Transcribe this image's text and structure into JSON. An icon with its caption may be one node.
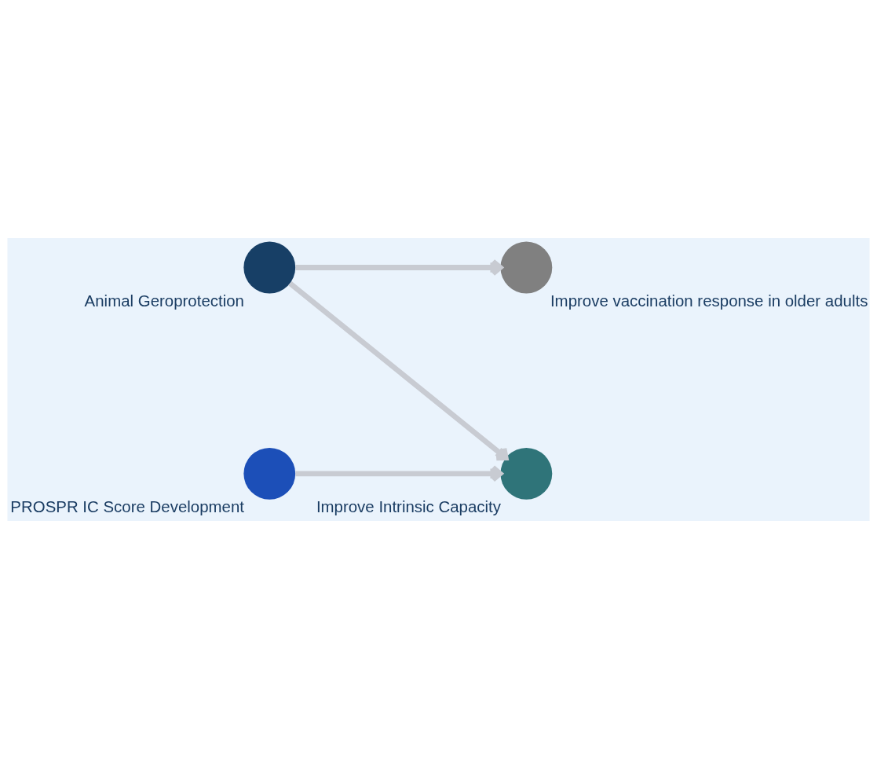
{
  "diagram": {
    "nodes": [
      {
        "text": [
          "Animal Geroprotection"
        ]
      },
      {
        "text": [
          "Improve vaccination response in older adults"
        ]
      },
      {
        "text": [
          "Improve Intrinsic Capacity"
        ]
      },
      {
        "text": [
          "PROSPR IC Score Development"
        ]
      }
    ],
    "edges": [
      {
        "from": 0,
        "to": 1,
        "arrow": "to"
      },
      {
        "from": 0,
        "to": 2,
        "arrow": "to"
      },
      {
        "from": 3,
        "to": 2,
        "arrow": "to"
      }
    ]
  }
}
